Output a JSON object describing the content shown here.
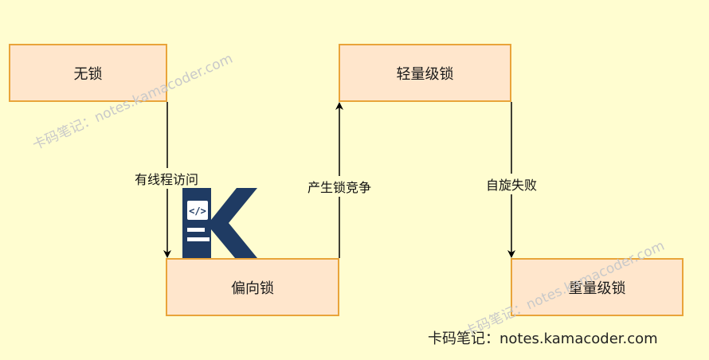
{
  "states": {
    "none": "无锁",
    "lightweight": "轻量级锁",
    "biased": "偏向锁",
    "heavyweight": "重量级锁"
  },
  "transitions": {
    "none_to_biased": "有线程访问",
    "biased_to_lightweight": "产生锁竞争",
    "lightweight_to_heavyweight": "自旋失败"
  },
  "watermark": "卡码笔记：notes.kamacoder.com",
  "footer": "卡码笔记：notes.kamacoder.com",
  "logo": {
    "code_symbol": "</>"
  },
  "colors": {
    "background": "#fffdd0",
    "box_fill": "#ffe6cc",
    "box_border": "#e9a43a",
    "logo": "#1f3b63"
  }
}
